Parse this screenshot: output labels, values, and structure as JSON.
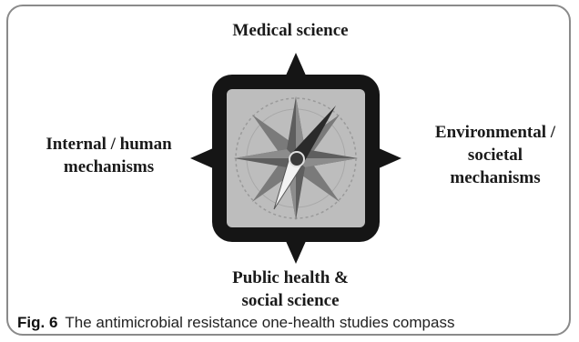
{
  "diagram": {
    "labels": {
      "top": [
        "Medical science"
      ],
      "left": [
        "Internal / human",
        "mechanisms"
      ],
      "right": [
        "Environmental /",
        "societal",
        "mechanisms"
      ],
      "bottom": [
        "Public health &",
        "social science"
      ]
    },
    "icon": "compass-icon"
  },
  "caption": {
    "figure_number": "Fig. 6",
    "text": "The antimicrobial resistance one-health studies compass"
  },
  "colors": {
    "frame_border": "#8a8a8a",
    "compass_body": "#151515",
    "compass_face": "#bdbdbd",
    "star": "#6a6a6a",
    "needle": "#2a2a2a",
    "needle_light": "#f2f2f2"
  }
}
